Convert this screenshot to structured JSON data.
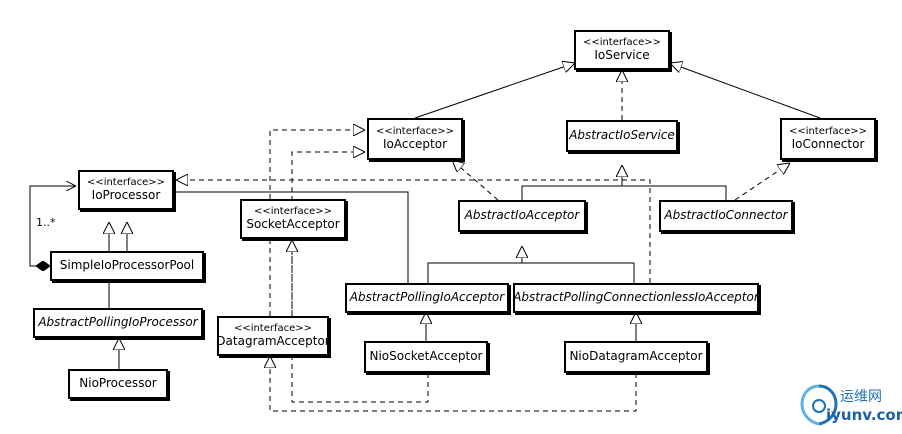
{
  "diagram": {
    "stereotype": "<<interface>>",
    "nodes": {
      "ioservice": {
        "name": "IoService",
        "interface": true,
        "abstract": false
      },
      "ioacceptor": {
        "name": "IoAcceptor",
        "interface": true,
        "abstract": false
      },
      "abstractioservice": {
        "name": "AbstractIoService",
        "interface": false,
        "abstract": true
      },
      "ioconnector": {
        "name": "IoConnector",
        "interface": true,
        "abstract": false
      },
      "ioprocessor": {
        "name": "IoProcessor",
        "interface": true,
        "abstract": false
      },
      "socketacceptor": {
        "name": "SocketAcceptor",
        "interface": true,
        "abstract": false
      },
      "abstractioacceptor": {
        "name": "AbstractIoAcceptor",
        "interface": false,
        "abstract": true
      },
      "abstractioconnector": {
        "name": "AbstractIoConnector",
        "interface": false,
        "abstract": true
      },
      "simpleioprocessorpool": {
        "name": "SimpleIoProcessorPool",
        "interface": false,
        "abstract": false
      },
      "abstractpollingioacceptor": {
        "name": "AbstractPollingIoAcceptor",
        "interface": false,
        "abstract": true
      },
      "abstractpollingconnectionlessioacceptor": {
        "name": "AbstractPollingConnectionlessIoAcceptor",
        "interface": false,
        "abstract": true
      },
      "abstractpollingioprocessor": {
        "name": "AbstractPollingIoProcessor",
        "interface": false,
        "abstract": true
      },
      "datagramacceptor": {
        "name": "DatagramAcceptor",
        "interface": true,
        "abstract": false
      },
      "niosocketacceptor": {
        "name": "NioSocketAcceptor",
        "interface": false,
        "abstract": false
      },
      "niodatagramacceptor": {
        "name": "NioDatagramAcceptor",
        "interface": false,
        "abstract": false
      },
      "nioprocessor": {
        "name": "NioProcessor",
        "interface": false,
        "abstract": false
      }
    },
    "multiplicity_label": "1..*"
  },
  "watermark": {
    "chinese": "运维网",
    "site": "iyunv.com"
  },
  "colors": {
    "line": "#000000",
    "watermark": "#1d72b8"
  }
}
